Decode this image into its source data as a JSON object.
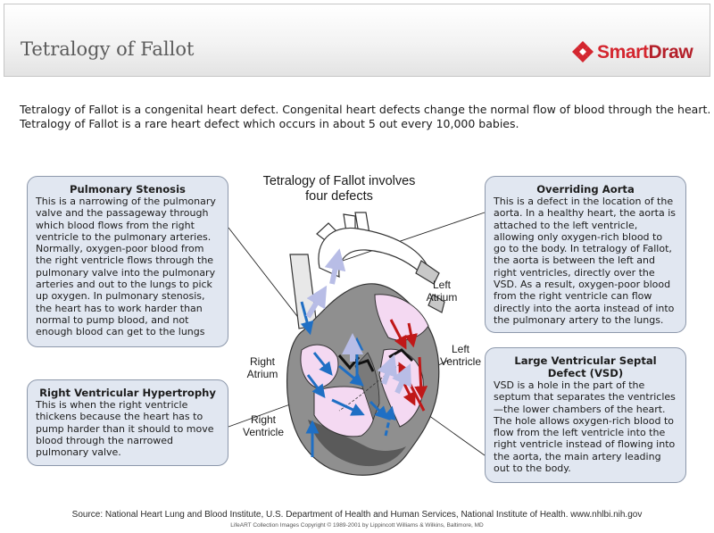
{
  "header": {
    "title": "Tetralogy of Fallot",
    "brand": {
      "name_part1": "Smart",
      "name_part2": "Draw",
      "color": "#d4262f"
    }
  },
  "intro": {
    "line1": "Tetralogy of Fallot is a congenital heart defect. Congenital heart defects change the normal flow of blood through the heart.",
    "line2": "Tetralogy of Fallot is a rare heart defect which occurs in about 5 out every 10,000 babies."
  },
  "diagram": {
    "title_line1": "Tetralogy of Fallot involves",
    "title_line2": "four defects",
    "labels": {
      "left_atrium_1": "Left",
      "left_atrium_2": "Atrium",
      "left_ventricle_1": "Left",
      "left_ventricle_2": "Ventricle",
      "right_atrium_1": "Right",
      "right_atrium_2": "Atrium",
      "right_ventricle_1": "Right",
      "right_ventricle_2": "Ventricle"
    },
    "colors": {
      "oxygen_poor": "#1f6fc4",
      "oxygen_rich": "#c01818",
      "mixed_flow": "#b8bde6",
      "heart_wall": "#9a9a9a",
      "chamber_fill": "#f4d9f2"
    }
  },
  "callouts": {
    "pulmonary_stenosis": {
      "title": "Pulmonary Stenosis",
      "body": "This is a narrowing of the pulmonary valve and the passageway through which blood flows from the right ventricle to the pulmonary arteries. Normally, oxygen-poor blood from the right ventricle flows through the pulmonary valve into the pulmonary arteries and out to the lungs to pick up oxygen. In pulmonary stenosis, the heart has to work harder than normal to pump blood, and not enough blood can get to the lungs"
    },
    "rvh": {
      "title": "Right Ventricular Hypertrophy",
      "body": "This is when the right ventricle thickens because the heart has to pump harder than it should to move blood through the narrowed pulmonary valve."
    },
    "overriding_aorta": {
      "title": "Overriding Aorta",
      "body": "This is a defect in the location of the aorta. In a healthy heart, the aorta is attached to the left ventricle, allowing only oxygen-rich blood to go to the body. In tetralogy of Fallot, the aorta is between the left and right ventricles, directly over the VSD. As a result, oxygen-poor blood from the right ventricle can flow directly into the aorta instead of into the pulmonary artery to the lungs."
    },
    "vsd": {
      "title": "Large Ventricular Septal Defect (VSD)",
      "body": "VSD is a hole in the part of the septum that separates the ventricles—the lower chambers of the heart. The hole allows oxygen-rich blood to flow from the left ventricle into the right ventricle instead of flowing into the aorta, the main artery leading out to the body."
    }
  },
  "footer": {
    "source": "Source: National Heart Lung and Blood Institute, U.S. Department of Health and Human Services, National Institute of Health.  www.nhlbi.nih.gov",
    "copyright": "LifeART Collection Images Copyright © 1989-2001 by Lippincott Williams & Wilkins, Baltimore, MD"
  }
}
